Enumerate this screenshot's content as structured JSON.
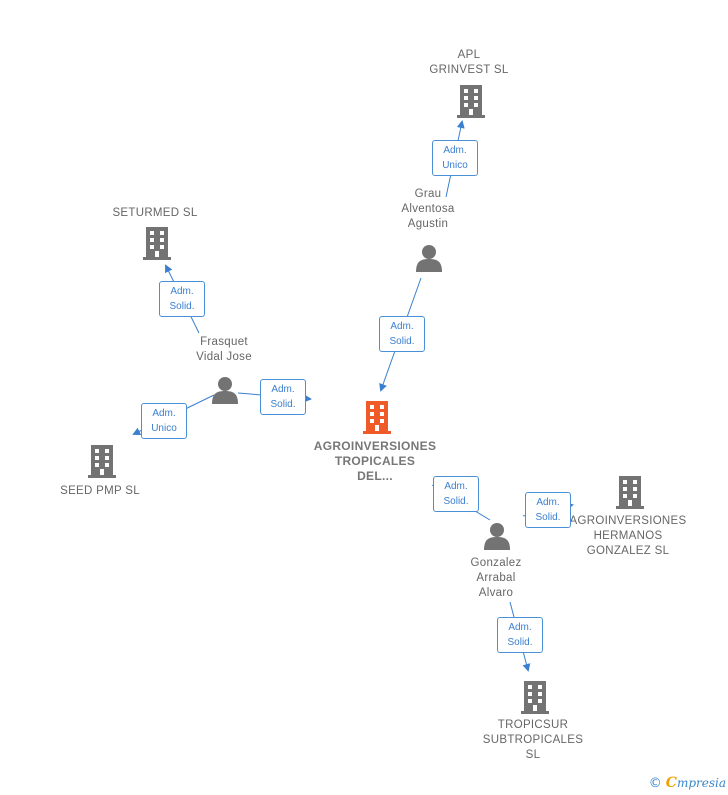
{
  "colors": {
    "company": "#737373",
    "company_focus": "#f05a28",
    "person": "#737373",
    "edge": "#3a7fd0"
  },
  "nodes": {
    "apl": {
      "type": "company",
      "label": "APL\nGRINVEST  SL"
    },
    "grau": {
      "type": "person",
      "label": "Grau\nAlventosa\nAgustin"
    },
    "seturmed": {
      "type": "company",
      "label": "SETURMED  SL"
    },
    "frasquet": {
      "type": "person",
      "label": "Frasquet\nVidal Jose"
    },
    "seed": {
      "type": "company",
      "label": "SEED PMP  SL"
    },
    "agro_tropicales": {
      "type": "company-focus",
      "label": "AGROINVERSIONES\nTROPICALES\nDEL..."
    },
    "agro_hermanos": {
      "type": "company",
      "label": "AGROINVERSIONES\nHERMANOS\nGONZALEZ  SL"
    },
    "gonzalez": {
      "type": "person",
      "label": "Gonzalez\nArrabal\nAlvaro"
    },
    "tropicsur": {
      "type": "company",
      "label": "TROPICSUR\nSUBTROPICALES\nSL"
    }
  },
  "edges": {
    "grau_apl": "Adm.\nUnico",
    "frasquet_seturmed": "Adm.\nSolid.",
    "frasquet_seed": "Adm.\nUnico",
    "frasquet_agro": "Adm.\nSolid.",
    "grau_agro": "Adm.\nSolid.",
    "gonzalez_agro": "Adm.\nSolid.",
    "gonzalez_hermanos": "Adm.\nSolid.",
    "gonzalez_tropicsur": "Adm.\nSolid."
  },
  "footer": {
    "copyright": "©",
    "brand_initial": "C",
    "brand_rest": "mpresia"
  }
}
